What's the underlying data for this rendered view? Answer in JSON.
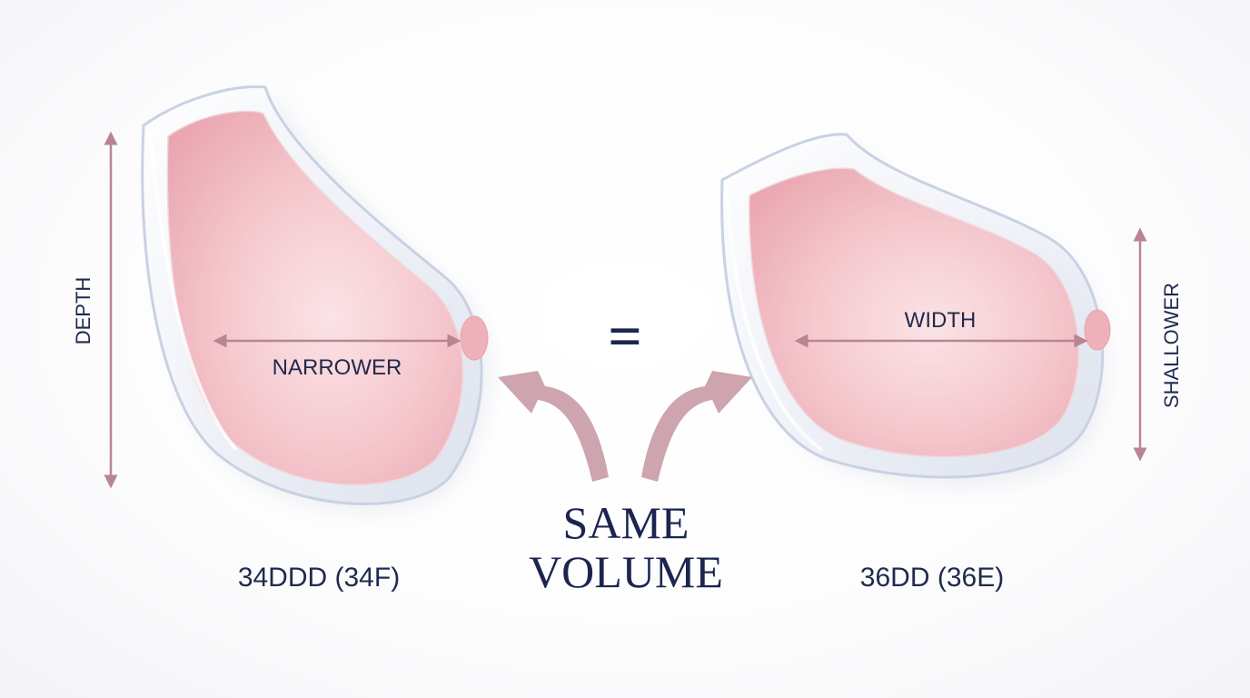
{
  "left_cup": {
    "size_label": "34DDD (34F)",
    "width_label": "NARROWER",
    "depth_label": "DEPTH"
  },
  "right_cup": {
    "size_label": "36DD (36E)",
    "width_label": "WIDTH",
    "depth_label": "SHALLOWER"
  },
  "center": {
    "equals_symbol": "=",
    "line1": "SAME",
    "line2": "VOLUME"
  },
  "colors": {
    "arrow": "#b98592",
    "text": "#1f2a4d",
    "cup_fill": "#f2bcc3",
    "shell_stroke": "#c9d1e3"
  }
}
